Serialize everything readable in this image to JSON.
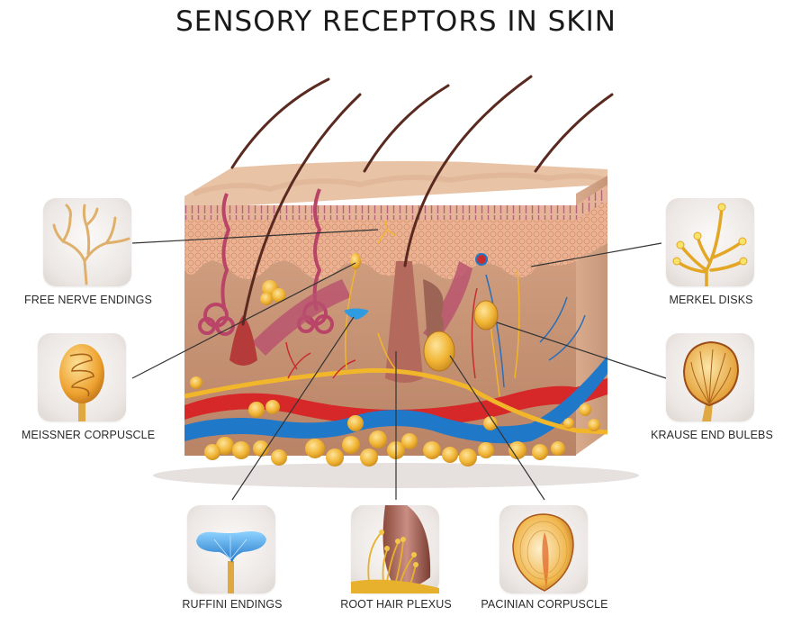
{
  "title": "SENSORY RECEPTORS IN SKIN",
  "receptors": [
    {
      "label": "FREE NERVE ENDINGS",
      "icon": "free-nerve-endings-icon"
    },
    {
      "label": "MEISSNER CORPUSCLE",
      "icon": "meissner-corpuscle-icon"
    },
    {
      "label": "MERKEL DISKS",
      "icon": "merkel-disks-icon"
    },
    {
      "label": "KRAUSE END BULEBS",
      "icon": "krause-end-bulbs-icon"
    },
    {
      "label": "RUFFINI ENDINGS",
      "icon": "ruffini-endings-icon"
    },
    {
      "label": "ROOT HAIR PLEXUS",
      "icon": "root-hair-plexus-icon"
    },
    {
      "label": "PACINIAN CORPUSCLE",
      "icon": "pacinian-corpuscle-icon"
    }
  ],
  "colors": {
    "skin_top": "#e8c1a0",
    "epidermis": "#e9b08f",
    "dermis": "#c9957a",
    "artery": "#d62828",
    "vein": "#1f78c8",
    "nerve": "#f2b62a",
    "fat": "#f0b43a",
    "hair": "#5a2a20",
    "ruffini": "#2f9be0"
  }
}
